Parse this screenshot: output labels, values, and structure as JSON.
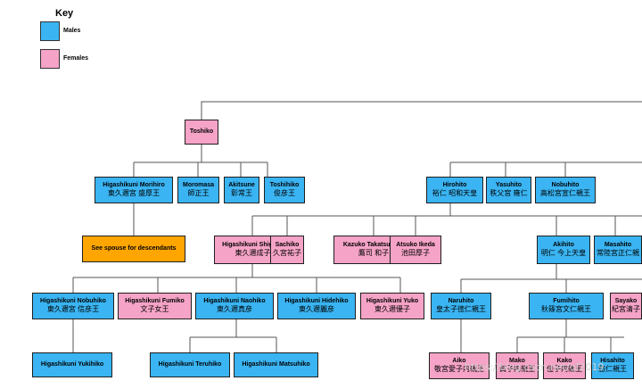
{
  "key": {
    "title": "Key",
    "male_label": "Males",
    "female_label": "Females"
  },
  "people": {
    "toshiko": "Toshiko",
    "morihiro": {
      "name": "Higashikuni Morihiro",
      "jp": "東久邇宮 盛厚王"
    },
    "moromasa": {
      "name": "Moromasa",
      "jp": "師正王"
    },
    "akitsune": {
      "name": "Akitsune",
      "jp": "彰常王"
    },
    "toshihiko": {
      "name": "Toshihiko",
      "jp": "俊彦王"
    },
    "hirohito": {
      "name": "Hirohito",
      "jp": "裕仁 昭和天皇"
    },
    "yasuhito": {
      "name": "Yasuhito",
      "jp": "秩父宮 雍仁"
    },
    "nobuhito": {
      "name": "Nobuhito",
      "jp": "高松宮宣仁親王"
    },
    "see_spouse": "See spouse for descendants",
    "shigeko": {
      "name": "Higashikuni Shigeko",
      "jp": "東久邇成子"
    },
    "sachiko": {
      "name": "Sachiko",
      "jp": "久宮祐子"
    },
    "kazuko": {
      "name": "Kazuko Takatsukasa",
      "jp": "鷹司 和子"
    },
    "atsuko": {
      "name": "Atsuko Ikeda",
      "jp": "池田厚子"
    },
    "akihito": {
      "name": "Akihito",
      "jp": "明仁 今上天皇"
    },
    "masahito": {
      "name": "Masahito",
      "jp": "常陸宮正仁親"
    },
    "nobuhiko": {
      "name": "Higashikuni Nobuhiko",
      "jp": "東久邇宮 信彦王"
    },
    "fumiko": {
      "name": "Higashikuni Fumiko",
      "jp": "文子女王"
    },
    "naohiko": {
      "name": "Higashikuni Naohiko",
      "jp": "東久邇真彦"
    },
    "hidehiko": {
      "name": "Higashikuni Hidehiko",
      "jp": "東久邇麗彦"
    },
    "yuko": {
      "name": "Higashikuni Yuko",
      "jp": "東久邇優子"
    },
    "naruhito": {
      "name": "Naruhito",
      "jp": "皇太子徳仁親王"
    },
    "fumihito": {
      "name": "Fumihito",
      "jp": "秋篠宮文仁親王"
    },
    "sayako": {
      "name": "Sayako",
      "jp": "紀宮清子"
    },
    "yukihiko": "Higashikuni Yukihiko",
    "teruhiko": "Higashikuni Teruhiko",
    "matsuhiko": "Higashikuni Matsuhiko",
    "aiko": {
      "name": "Aiko",
      "jp": "敬宮愛子内親王"
    },
    "mako": {
      "name": "Mako",
      "jp": "眞子内親王"
    },
    "kako": {
      "name": "Kako",
      "jp": "佳子内親王"
    },
    "hisahito": {
      "name": "Hisahito",
      "jp": "悠仁親王"
    }
  },
  "colors": {
    "male": "#3ab4f2",
    "female": "#f5a3c7",
    "note": "#ffa500"
  },
  "watermark": "https://blog.csdn.net/qf2019"
}
